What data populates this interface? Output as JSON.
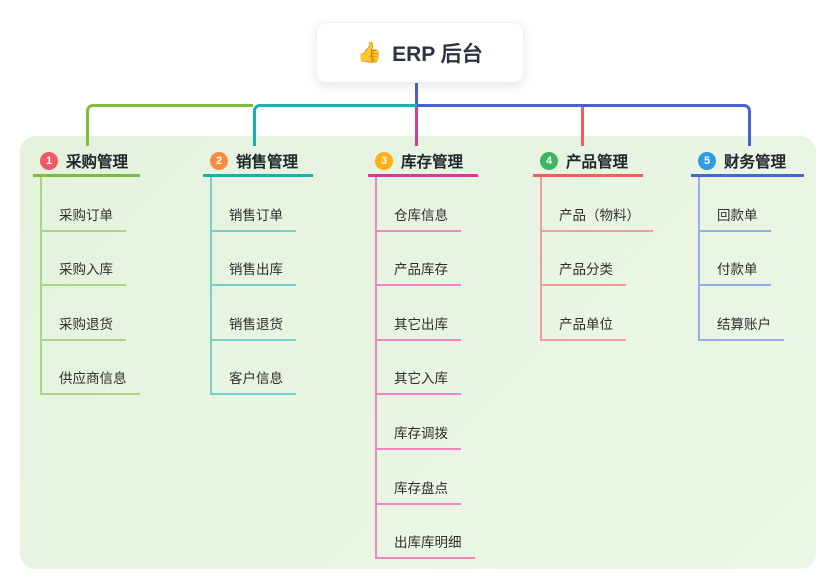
{
  "app": {
    "canvas_bg": "#FFFFFF",
    "panel_bg_start": "#E4F2DC",
    "panel_bg_end": "#EDF7E8"
  },
  "root": {
    "icon": "thumbs-up-icon",
    "icon_char": "👍",
    "icon_color": "#F6C244",
    "label": "ERP 后台",
    "line_color": "#4A5FD2"
  },
  "connectors": {
    "bus_left_green": "#7FBB3F",
    "bus_mid_teal": "#14B3AB",
    "bus_right_blue": "#4A5FD2",
    "drop_inventory": "#D33B96",
    "drop_product": "#F35D5D"
  },
  "branches": [
    {
      "index": "1",
      "label": "采购管理",
      "badge_color": "#F2566B",
      "line_color": "#7FBB3F",
      "child_line_color": "#A9D584",
      "children": [
        "采购订单",
        "采购入库",
        "采购退货",
        "供应商信息"
      ]
    },
    {
      "index": "2",
      "label": "销售管理",
      "badge_color": "#FA8C40",
      "line_color": "#14B3AB",
      "child_line_color": "#79D0CA",
      "children": [
        "销售订单",
        "销售出库",
        "销售退货",
        "客户信息"
      ]
    },
    {
      "index": "3",
      "label": "库存管理",
      "badge_color": "#FFAE13",
      "line_color": "#D33B96",
      "child_line_color": "#F087C0",
      "children": [
        "仓库信息",
        "产品库存",
        "其它出库",
        "其它入库",
        "库存调拨",
        "库存盘点",
        "出库库明细"
      ]
    },
    {
      "index": "4",
      "label": "产品管理",
      "badge_color": "#3DB563",
      "line_color": "#F35D5D",
      "child_line_color": "#F79B9B",
      "children": [
        "产品（物料）",
        "产品分类",
        "产品单位"
      ]
    },
    {
      "index": "5",
      "label": "财务管理",
      "badge_color": "#2F9BE0",
      "line_color": "#4467D2",
      "child_line_color": "#94ACE8",
      "children": [
        "回款单",
        "付款单",
        "结算账户"
      ]
    }
  ]
}
